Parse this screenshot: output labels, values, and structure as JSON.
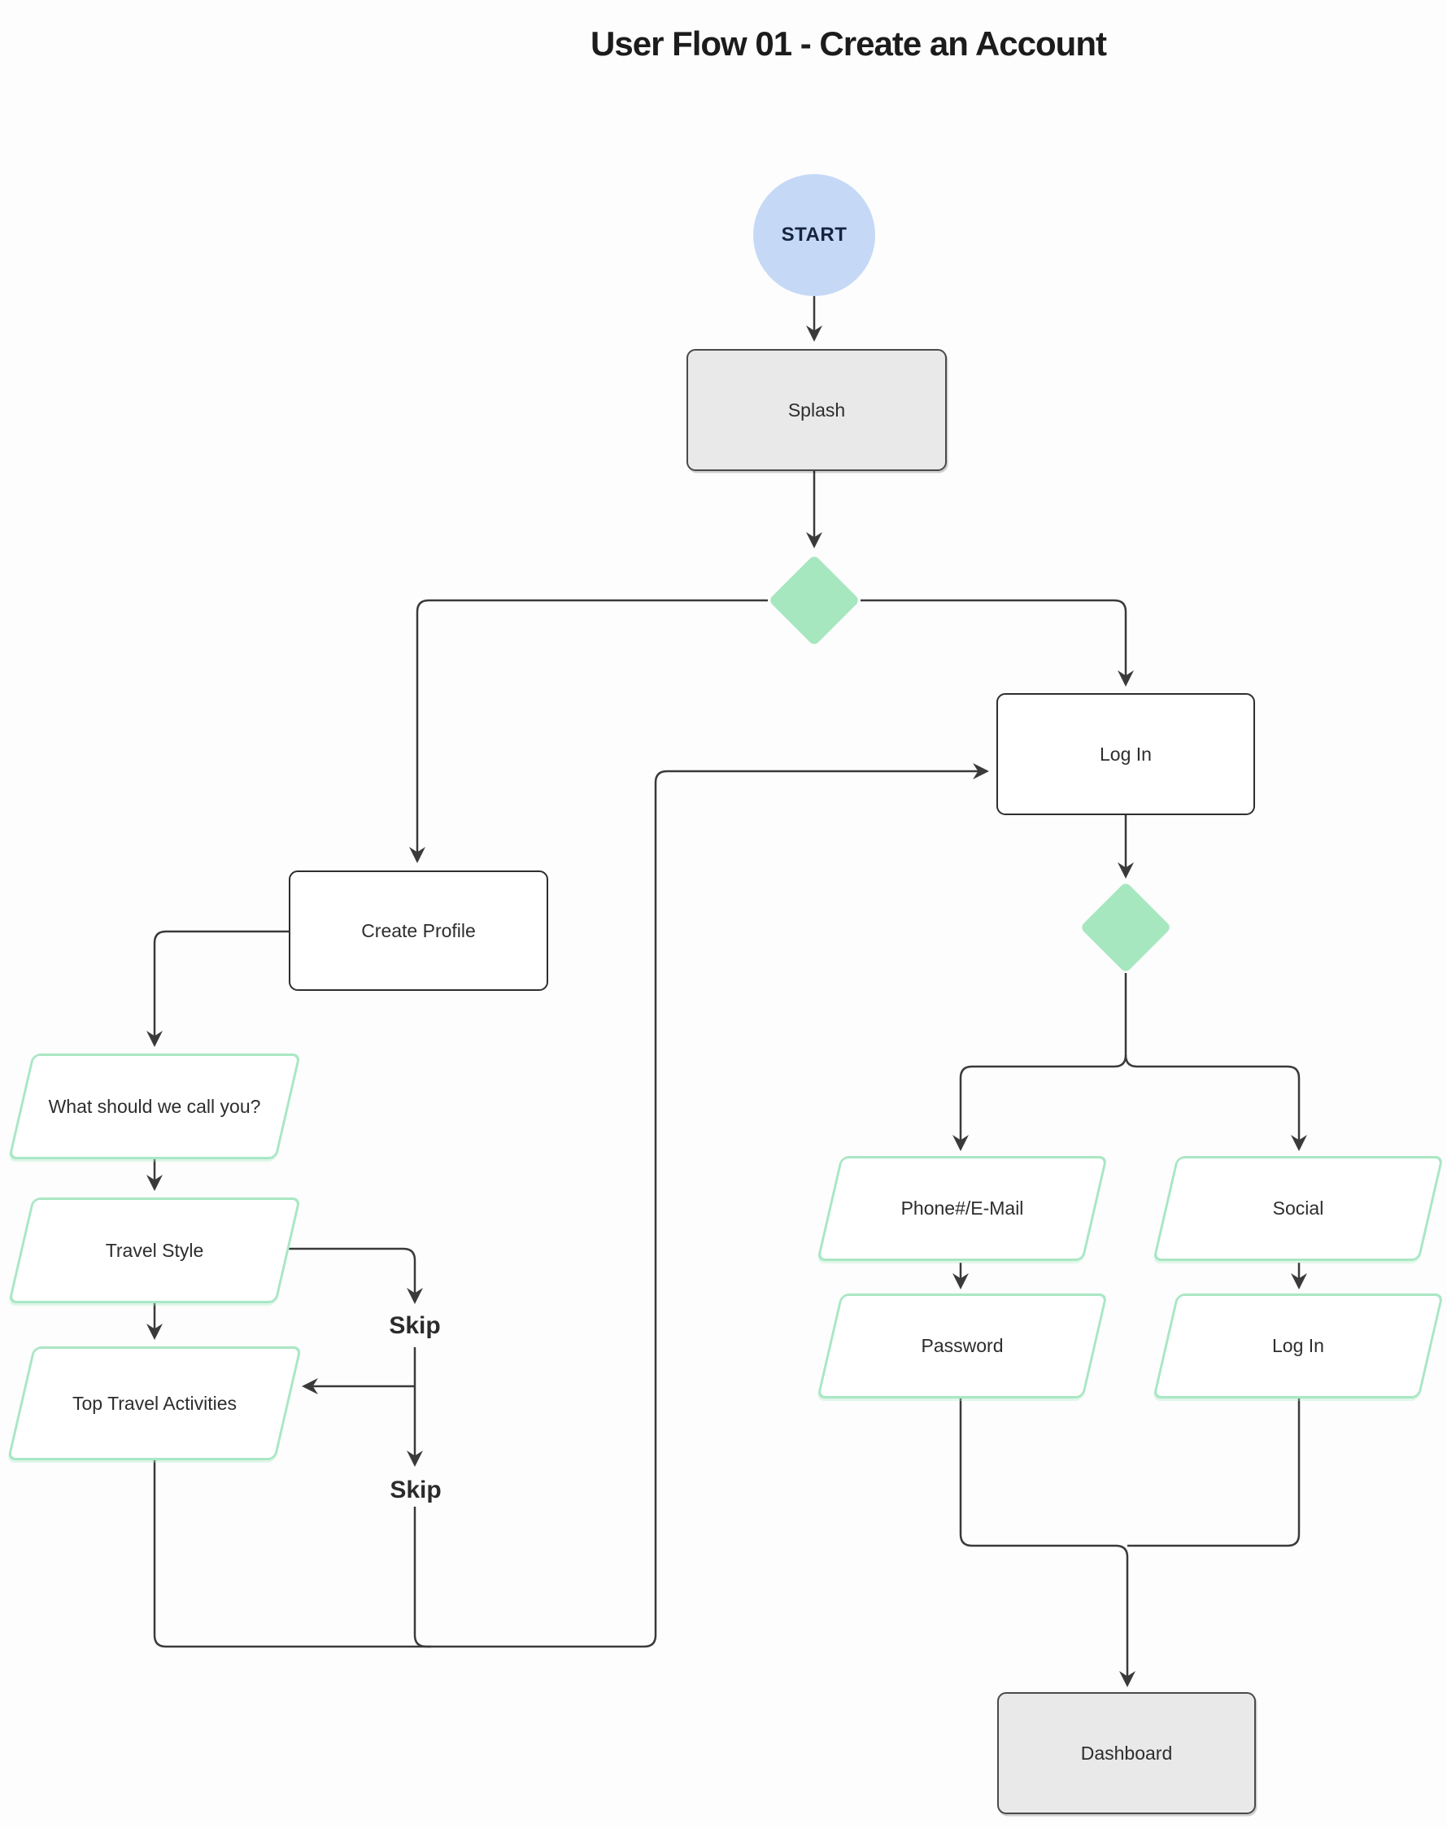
{
  "title": "User Flow 01 - Create an Account",
  "colors": {
    "bg": "#fdfdfd",
    "line": "#3a3a3a",
    "green-fill": "#a6e7c0",
    "green-border": "#a9e7c4",
    "blue-fill": "#c5d9f7",
    "blue-text": "#16243e",
    "gray-fill": "#e9e9e9",
    "gray-border": "#4a4a4a",
    "box-border": "#2e2e2e",
    "text": "#2d2d2d"
  },
  "nodes": {
    "start": {
      "label": "START",
      "type": "start-circle"
    },
    "splash": {
      "label": "Splash",
      "type": "screen"
    },
    "decision_1": {
      "label": "",
      "type": "decision"
    },
    "log_in": {
      "label": "Log In",
      "type": "screen"
    },
    "create_profile": {
      "label": "Create Profile",
      "type": "screen"
    },
    "decision_2": {
      "label": "",
      "type": "decision"
    },
    "what_call_you": {
      "label": "What should we call you?",
      "type": "input"
    },
    "travel_style": {
      "label": "Travel Style",
      "type": "input"
    },
    "top_travel_activities": {
      "label": "Top Travel Activities",
      "type": "input"
    },
    "phone_email": {
      "label": "Phone#/E-Mail",
      "type": "input"
    },
    "social": {
      "label": "Social",
      "type": "input"
    },
    "password": {
      "label": "Password",
      "type": "input"
    },
    "social_log_in": {
      "label": "Log In",
      "type": "input"
    },
    "dashboard": {
      "label": "Dashboard",
      "type": "screen"
    }
  },
  "labels": {
    "skip1": "Skip",
    "skip2": "Skip"
  },
  "edges": [
    {
      "from": "start",
      "to": "splash"
    },
    {
      "from": "splash",
      "to": "decision_1"
    },
    {
      "from": "decision_1",
      "to": "create_profile"
    },
    {
      "from": "decision_1",
      "to": "log_in"
    },
    {
      "from": "create_profile",
      "to": "what_call_you"
    },
    {
      "from": "what_call_you",
      "to": "travel_style"
    },
    {
      "from": "travel_style",
      "to": "top_travel_activities"
    },
    {
      "from": "travel_style",
      "to": "top_travel_activities",
      "label": "Skip"
    },
    {
      "from": "travel_style",
      "to": "log_in",
      "label": "Skip"
    },
    {
      "from": "top_travel_activities",
      "to": "log_in"
    },
    {
      "from": "log_in",
      "to": "decision_2"
    },
    {
      "from": "decision_2",
      "to": "phone_email"
    },
    {
      "from": "decision_2",
      "to": "social"
    },
    {
      "from": "phone_email",
      "to": "password"
    },
    {
      "from": "social",
      "to": "social_log_in"
    },
    {
      "from": "password",
      "to": "dashboard"
    },
    {
      "from": "social_log_in",
      "to": "dashboard"
    }
  ]
}
